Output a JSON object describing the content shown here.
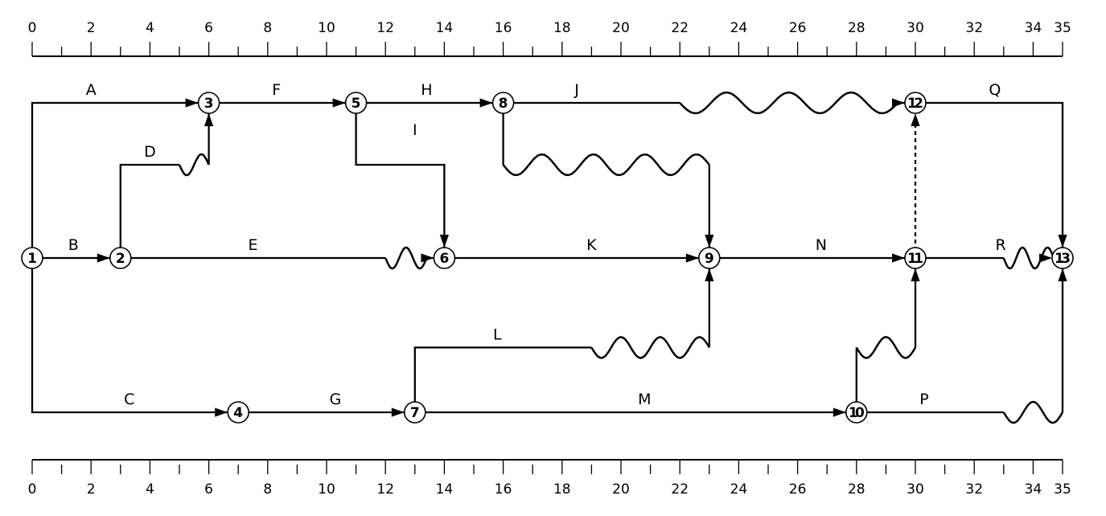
{
  "scale": {
    "min": 0,
    "max": 35,
    "labels": [
      0,
      2,
      4,
      6,
      8,
      10,
      12,
      14,
      16,
      18,
      20,
      22,
      24,
      26,
      28,
      30,
      32,
      34,
      35
    ]
  },
  "nodes": [
    {
      "id": "1",
      "label": "1",
      "t": 0,
      "row": 2
    },
    {
      "id": "2",
      "label": "2",
      "t": 3,
      "row": 2
    },
    {
      "id": "3",
      "label": "3",
      "t": 6,
      "row": 0
    },
    {
      "id": "4",
      "label": "4",
      "t": 7,
      "row": 3
    },
    {
      "id": "5",
      "label": "5",
      "t": 11,
      "row": 0
    },
    {
      "id": "6",
      "label": "6",
      "t": 14,
      "row": 2
    },
    {
      "id": "7",
      "label": "7",
      "t": 13,
      "row": 3
    },
    {
      "id": "8",
      "label": "8",
      "t": 16,
      "row": 0
    },
    {
      "id": "9",
      "label": "9",
      "t": 23,
      "row": 2
    },
    {
      "id": "10",
      "label": "10",
      "t": 28,
      "row": 3
    },
    {
      "id": "11",
      "label": "11",
      "t": 30,
      "row": 2
    },
    {
      "id": "12",
      "label": "12",
      "t": 30,
      "row": 0
    },
    {
      "id": "13",
      "label": "13",
      "t": 35,
      "row": 2
    }
  ],
  "activities": [
    {
      "name": "A",
      "label": "A",
      "from": "1",
      "to": "3",
      "path": [
        [
          0,
          2
        ],
        [
          0,
          0
        ],
        [
          6,
          0
        ]
      ],
      "label_at": [
        2,
        0
      ],
      "wave": null
    },
    {
      "name": "B",
      "label": "B",
      "from": "1",
      "to": "2",
      "path": [
        [
          0,
          2
        ],
        [
          3,
          2
        ]
      ],
      "label_at": [
        1.4,
        2
      ],
      "wave": null
    },
    {
      "name": "C",
      "label": "C",
      "from": "1",
      "to": "4",
      "path": [
        [
          0,
          2
        ],
        [
          0,
          3
        ],
        [
          7,
          3
        ]
      ],
      "label_at": [
        3.3,
        3
      ],
      "wave": null
    },
    {
      "name": "D",
      "label": "D",
      "from": "2",
      "to": "3",
      "path": [
        [
          3,
          2
        ],
        [
          3,
          1
        ],
        [
          5,
          1
        ]
      ],
      "label_at": [
        4,
        1
      ],
      "wave": [
        [
          5,
          1
        ],
        [
          6,
          1
        ]
      ],
      "wave_n": 1,
      "tail": [
        [
          6,
          1
        ],
        [
          6,
          0
        ]
      ]
    },
    {
      "name": "E",
      "label": "E",
      "from": "2",
      "to": "6",
      "path": [
        [
          3,
          2
        ],
        [
          12,
          2
        ]
      ],
      "label_at": [
        7.5,
        2
      ],
      "wave": [
        [
          12,
          2
        ],
        [
          13.4,
          2
        ]
      ],
      "wave_n": 1.5,
      "tail": [
        [
          13.4,
          2
        ],
        [
          14,
          2
        ]
      ]
    },
    {
      "name": "F",
      "label": "F",
      "from": "3",
      "to": "5",
      "path": [
        [
          6,
          0
        ],
        [
          11,
          0
        ]
      ],
      "label_at": [
        8.3,
        0
      ],
      "wave": null
    },
    {
      "name": "G",
      "label": "G",
      "from": "4",
      "to": "7",
      "path": [
        [
          7,
          3
        ],
        [
          13,
          3
        ]
      ],
      "label_at": [
        10.3,
        3
      ],
      "wave": null
    },
    {
      "name": "H",
      "label": "H",
      "from": "5",
      "to": "8",
      "path": [
        [
          11,
          0
        ],
        [
          16,
          0
        ]
      ],
      "label_at": [
        13.4,
        0
      ],
      "wave": null
    },
    {
      "name": "I",
      "label": "I",
      "from": "5",
      "to": "6",
      "path": [
        [
          11,
          0
        ],
        [
          11,
          1
        ],
        [
          14,
          1
        ],
        [
          14,
          2
        ]
      ],
      "label_at": [
        13,
        0.65
      ],
      "wave": null
    },
    {
      "name": "J",
      "label": "J",
      "from": "8",
      "to": "12",
      "path": [
        [
          16,
          0
        ],
        [
          22,
          0
        ]
      ],
      "label_at": [
        18.5,
        0
      ],
      "wave": [
        [
          22,
          0
        ],
        [
          29.4,
          0
        ]
      ],
      "wave_n": 3.5,
      "tail": [
        [
          29.4,
          0
        ],
        [
          30,
          0
        ]
      ]
    },
    {
      "name": "8-9",
      "label": "",
      "from": "8",
      "to": "9",
      "path": [
        [
          16,
          0
        ],
        [
          16,
          1
        ]
      ],
      "label_at": null,
      "wave": [
        [
          16,
          1
        ],
        [
          23,
          1
        ]
      ],
      "wave_n": 4,
      "tail": [
        [
          23,
          1
        ],
        [
          23,
          2
        ]
      ]
    },
    {
      "name": "K",
      "label": "K",
      "from": "6",
      "to": "9",
      "path": [
        [
          14,
          2
        ],
        [
          23,
          2
        ]
      ],
      "label_at": [
        19,
        2
      ],
      "wave": null
    },
    {
      "name": "L",
      "label": "L",
      "from": "7",
      "to": "9",
      "path": [
        [
          13,
          3
        ],
        [
          13,
          2.58
        ],
        [
          19,
          2.58
        ]
      ],
      "label_at": [
        15.8,
        2.58
      ],
      "wave": [
        [
          19,
          2.58
        ],
        [
          23,
          2.58
        ]
      ],
      "wave_n": 3,
      "tail": [
        [
          23,
          2.58
        ],
        [
          23,
          2
        ]
      ]
    },
    {
      "name": "M",
      "label": "M",
      "from": "7",
      "to": "10",
      "path": [
        [
          13,
          3
        ],
        [
          28,
          3
        ]
      ],
      "label_at": [
        20.8,
        3
      ],
      "wave": null
    },
    {
      "name": "N",
      "label": "N",
      "from": "9",
      "to": "11",
      "path": [
        [
          23,
          2
        ],
        [
          30,
          2
        ]
      ],
      "label_at": [
        26.8,
        2
      ],
      "wave": null
    },
    {
      "name": "10-11",
      "label": "",
      "from": "10",
      "to": "11",
      "path": [
        [
          28,
          3
        ],
        [
          28,
          2.58
        ]
      ],
      "label_at": null,
      "wave": [
        [
          28,
          2.58
        ],
        [
          30,
          2.58
        ]
      ],
      "wave_n": 1.5,
      "tail": [
        [
          30,
          2.58
        ],
        [
          30,
          2
        ]
      ]
    },
    {
      "name": "dummy-11-12",
      "label": "",
      "from": "11",
      "to": "12",
      "path": [
        [
          30,
          2
        ],
        [
          30,
          0
        ]
      ],
      "label_at": null,
      "wave": null,
      "dashed": true
    },
    {
      "name": "P",
      "label": "P",
      "from": "10",
      "to": "13",
      "path": [
        [
          28,
          3
        ],
        [
          33,
          3
        ]
      ],
      "label_at": [
        30.3,
        3
      ],
      "wave": [
        [
          33,
          3
        ],
        [
          35,
          3
        ]
      ],
      "wave_n": 1.5,
      "tail": [
        [
          35,
          3
        ],
        [
          35,
          2
        ]
      ]
    },
    {
      "name": "Q",
      "label": "Q",
      "from": "12",
      "to": "13",
      "path": [
        [
          30,
          0
        ],
        [
          35,
          0
        ],
        [
          35,
          2
        ]
      ],
      "label_at": [
        32.7,
        0
      ],
      "wave": null
    },
    {
      "name": "R",
      "label": "R",
      "from": "11",
      "to": "13",
      "path": [
        [
          30,
          2
        ],
        [
          33,
          2
        ]
      ],
      "label_at": [
        32.9,
        2
      ],
      "wave": [
        [
          33,
          2
        ],
        [
          34.7,
          2
        ]
      ],
      "wave_n": 2,
      "tail": [
        [
          34.7,
          2
        ],
        [
          35,
          2
        ]
      ]
    }
  ]
}
